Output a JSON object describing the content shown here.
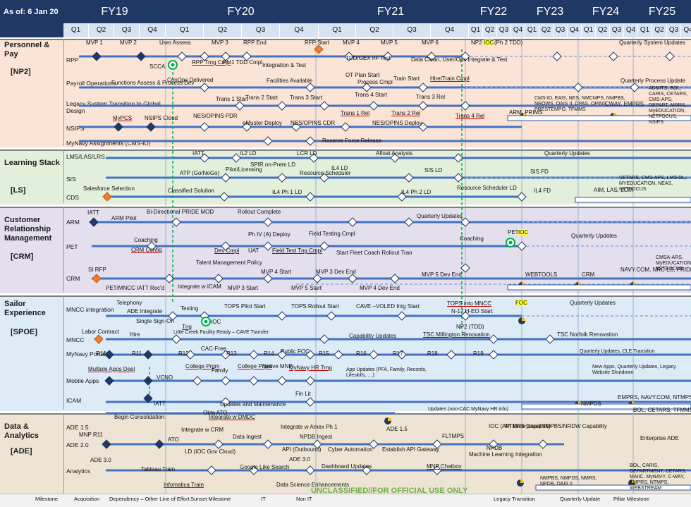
{
  "header": {
    "as_of": "As of: 6 Jan 20",
    "fiscal_years": [
      "FY19",
      "FY20",
      "FY21",
      "FY22",
      "FY23",
      "FY24",
      "FY25"
    ],
    "quarters": [
      "Q1",
      "Q2",
      "Q3",
      "Q4",
      "Q1",
      "Q2",
      "Q3",
      "Q4",
      "Q1",
      "Q2",
      "Q3",
      "Q4",
      "Q1",
      "Q2",
      "Q3",
      "Q4",
      "Q1",
      "Q2",
      "Q3",
      "Q4",
      "Q1",
      "Q2",
      "Q3",
      "Q4",
      "Q1",
      "Q2",
      "Q3",
      "Q4"
    ]
  },
  "colors": {
    "header_bg": "#1f3864",
    "it_line": "#4472c4",
    "milestone": "#1f3864",
    "acquisition": "#ed7d31",
    "dependency": "#00b050",
    "band_np2": "#fbe4d5",
    "band_ls": "#e2efda",
    "band_crm": "#e4dfec",
    "band_spoe": "#ddebf7",
    "band_ade": "#ede4d4"
  },
  "bands": [
    {
      "id": "np2",
      "title": "Personnel & Pay",
      "code": "[NP2]",
      "rows": [
        "RPP",
        "Payroll Operations",
        "Legacy System Transition to Global Design",
        "NSIPS",
        "MyNavy Assignments (CMS-ID)"
      ]
    },
    {
      "id": "ls",
      "title": "Learning Stack",
      "code": "[LS]",
      "rows": [
        "LMS/LAS/LRS",
        "SIS",
        "CDS"
      ]
    },
    {
      "id": "crm",
      "title": "Customer Relationship Management",
      "code": "[CRM]",
      "rows": [
        "ARM",
        "PET",
        "CRM"
      ]
    },
    {
      "id": "spoe",
      "title": "Sailor Experience",
      "code": "[SPOE]",
      "rows": [
        "MNCC integration",
        "MNCC",
        "MyNavy Portal",
        "Mobile Apps",
        "ICAM"
      ]
    },
    {
      "id": "ade",
      "title": "Data & Analytics",
      "code": "[ADE]",
      "rows": [
        "ADE 1.5",
        "ADE 2.0",
        "Analytics"
      ]
    }
  ],
  "labels": {
    "np2": [
      "MVP 1",
      "MVP 2",
      "User Assess",
      "MVP 3",
      "RPP End",
      "RFP Start",
      "MVP 4",
      "MVP 5",
      "MVP 6",
      "NP2",
      "IOC",
      "(Ph 2 TDD)",
      "Quarterly System Updates",
      "SCCA",
      "RPP Trng Cmpl",
      "Ph 1 TDD Cmpl",
      "Integration & Test",
      "TDD/GEX I/F Test",
      "Data Clean, User/Ops Integrate & Test",
      "ConOps Delivered",
      "Functions Assess & Process Dev",
      "Facilities Available",
      "OT Plan Start",
      "Process Cmpl",
      "Train Start",
      "Hire/Train Cmpl",
      "Quarterly Process Update",
      "Trans 1 Start",
      "Trans 2 Start",
      "Trans 3 Start",
      "Trans 4 Start",
      "Trans 3 Rel",
      "CMS-ID, EAIS, NES, NMCMPS, NMPBS, NROWS, OAIS II, OPAS, OPINS, PRESTEMPO, TFMMS",
      "CWAY, EMPRS",
      "ADMITS, BOL, CARIS, CETARS, CMS-APS, DEPART, MRRS, MyEDUCATION, NETFOCUS, NSIPS",
      "Trans 1 Rel",
      "Trans 2 Rel",
      "Trans 4 Rel",
      "ARM, PRIMS",
      "MyPCS",
      "NSIPS Cloud",
      "NES/OPINS PDR",
      "eMuster Deploy",
      "NES/OPINS CDR",
      "NES/OPINS Deploy",
      "Reserve Force Release"
    ],
    "ls": [
      "IATT",
      "IL2 LD",
      "LCR LD",
      "Afloat Analysis",
      "Quarterly Updates",
      "SPIR on-Prem LD",
      "IL4 LD",
      "ATP (Go/NoGo)",
      "Pilot/Licensing",
      "Resource Scheduler",
      "SIS LD",
      "SIS FD",
      "Salesforce Selection",
      "Classified Solution",
      "IL4 Ph 1 LD",
      "IL4 Ph 2 LD",
      "Resource Scheduler LD",
      "IL4 FD",
      "AIM, LAS, LOM",
      "CETARS, CMS-APS, LMS-DL, MYEDUCATION, NEAS, NETFOCUS"
    ],
    "crm": [
      "IATT",
      "Bi-Directional PRIDE MOD",
      "Rollout Complete",
      "ARM Pilot",
      "Quarterly Updates",
      "Ph IV (A) Deploy",
      "Field Testing Cmpl",
      "Coaching",
      "CRM Config",
      "Dev Cmpl",
      "UAT",
      "Field Test Tng Cmpl",
      "Start Fleet Coach Rollout Tran",
      "Coaching",
      "PET",
      "IOC",
      "Quarterly Updates",
      "Talent Management Policy",
      "SI RFP",
      "MVP 4 Start",
      "MVP 3 Dev End",
      "MVP 5 Dev End",
      "WEBTOOLS",
      "CRM",
      "NAVY.COM, NRC-LS, PRIDE MOD",
      "CMSA-ARS, MyEDUCATION, NETFOCUS",
      "PET/MNCC IATT Rec'd",
      "Integrate w ICAM",
      "MVP 3 Start",
      "MVP 5 Start",
      "MVP 4 Dev End"
    ],
    "spoe": [
      "Telephony",
      "ADE Integrate",
      "Testing",
      "Single Sign-On",
      "TOPS Pilot Start",
      "TOPS Rollout Start",
      "CAVE –VOLED Intg Start",
      "TOPS into MNCC",
      "N-17 H-EO Start",
      "FOC",
      "Quarterly Updates",
      "Tng",
      "IOC",
      "NP2 (TDD)",
      "Labor Contract",
      "Hire",
      "Little Creek Facility Ready – CAVE Transfer",
      "Capability Updates",
      "TSC Millington Renovation",
      "TSC Norfolk Renovation",
      "CAC-Free",
      "R10",
      "R11",
      "R12",
      "R13",
      "R14",
      "Public FOC",
      "R15",
      "R16",
      "R17",
      "R18",
      "R19",
      "Quarterly Updates, CLE Transition",
      "Multiple Apps Depl",
      "College Prgm",
      "Family",
      "College Prgm",
      "Native MNP",
      "MyNavy HR Trng",
      "App Updates (PFA, Family, Records, Lifeskills, …)",
      "New Apps, Quarterly Updates, Legacy Website Shutdown",
      "VCNO",
      "Okta ATO",
      "Fin Lit",
      "Updates and Maintenance",
      "IATT",
      "Updates (non-CAC MyNavy HR info)",
      "NMPDS",
      "EMPRS, NAVY.COM, NTMPS",
      "BOL, CETARS, TFMMS, NSIPS"
    ],
    "ade": [
      "Begin Consolidation",
      "Integrate w DMDC",
      "Integrate w CRM",
      "Integrate w Amex Ph 1",
      "ADE 1.5",
      "MNP R11",
      "ATO",
      "Data Ingest",
      "NPDB Ingest",
      "FLTMPS",
      "IOC (API Enterprise)",
      "NTMPS Capability",
      "NMPBS/NRDW Capability",
      "Enterprise ADE",
      "LD (IOC Gov Cloud)",
      "ADE 3.0",
      "API (Outbound)",
      "Cyber Automation",
      "Establish API Gateway",
      "NPDB",
      "Machine Learning Integration",
      "ADE 3.0",
      "Tableau Train",
      "Google Like Search",
      "Dashboard Updates",
      "MNP Chatbox",
      "Infomatica Train",
      "Data Science Enhancements",
      "NMPBS, NMPDS, NMRS, NPDB, OAIS II",
      "BOL, CARIS, DEPARTMENT, CETARS, MAIIC, MyNAVY, C-WAY, EMPRS, NTMPS, WEBSTREAM"
    ]
  },
  "marking": "UNCLASSIFIED//FOR OFFICIAL USE ONLY",
  "legend": [
    "Milestone",
    "Acquisition",
    "Dependency – Other Line of Effort",
    "Sunset Milestone",
    "IT",
    "Non IT",
    "Legacy Transition",
    "Quarterly Update",
    "Pillar Milestone"
  ]
}
